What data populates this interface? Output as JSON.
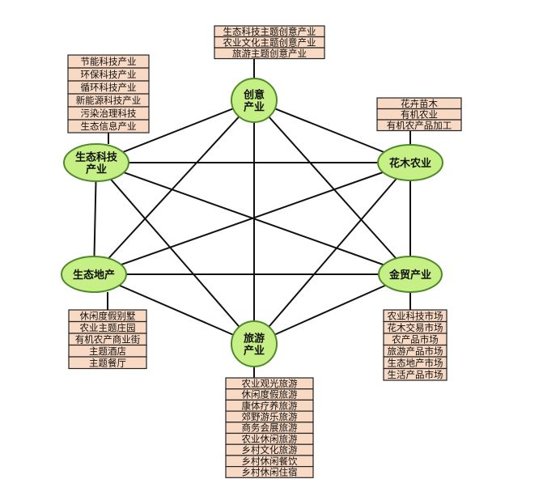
{
  "diagram": {
    "nodes": [
      {
        "id": "chuangyi",
        "lines": [
          "创意",
          "产业"
        ]
      },
      {
        "id": "huamu",
        "lines": [
          "花木农业"
        ]
      },
      {
        "id": "jinmao",
        "lines": [
          "金贸产业"
        ]
      },
      {
        "id": "lvyou",
        "lines": [
          "旅游",
          "产业"
        ]
      },
      {
        "id": "shengtaidichan",
        "lines": [
          "生态地产"
        ]
      },
      {
        "id": "shengtaikeji",
        "lines": [
          "生态科技",
          "产业"
        ]
      }
    ],
    "edges": "all pairs connected",
    "lists": [
      {
        "node": "chuangyi",
        "items": [
          "生态科技主题创意产业",
          "农业文化主题创意产业",
          "旅游主题创意产业"
        ]
      },
      {
        "node": "shengtaikeji",
        "items": [
          "节能科技产业",
          "环保科技产业",
          "循环科技产业",
          "新能源科技产业",
          "污染治理科技",
          "生态信息产业"
        ]
      },
      {
        "node": "huamu",
        "items": [
          "花卉苗木",
          "有机农业",
          "有机农产品加工"
        ]
      },
      {
        "node": "shengtaidichan",
        "items": [
          "休闲度假别墅",
          "农业主题庄园",
          "有机农产商业街",
          "主题酒店",
          "主题餐厅"
        ]
      },
      {
        "node": "jinmao",
        "items": [
          "农业科技市场",
          "花木交易市场",
          "农产品市场",
          "旅游产品市场",
          "生态地产市场",
          "生活产品市场"
        ]
      },
      {
        "node": "lvyou",
        "items": [
          "农业观光旅游",
          "休闲度假旅游",
          "康体疗养旅游",
          "郊野游乐旅游",
          "商务会展旅游",
          "农业休闲旅游",
          "乡村文化旅游",
          "乡村休闲餐饮",
          "乡村休闲住宿"
        ]
      }
    ],
    "colors": {
      "node_fill": "#c6ef86",
      "node_stroke": "#4f8a2a",
      "box_fill": "#f8d9c4",
      "line": "#111111"
    }
  }
}
